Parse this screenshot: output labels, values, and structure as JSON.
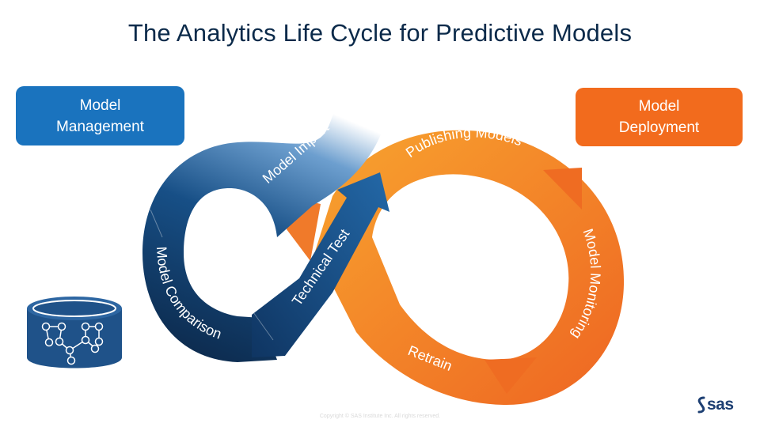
{
  "title": "The Analytics Life Cycle for Predictive Models",
  "boxes": {
    "management": {
      "line1": "Model",
      "line2": "Management",
      "color": "#1a73be"
    },
    "deployment": {
      "line1": "Model",
      "line2": "Deployment",
      "color": "#f26b1d"
    }
  },
  "stages": {
    "model_import": "Model Import",
    "model_comparison": "Model Comparison",
    "technical_test": "Technical Test",
    "publishing_models": "Publishing Models",
    "model_monitoring": "Model Monitoring",
    "retrain": "Retrain"
  },
  "colors": {
    "blue_dark": "#0d2a4d",
    "blue_mid": "#1b5a91",
    "orange_light": "#f79a2e",
    "orange_dark": "#ef6a1f",
    "database": "#1f5289"
  },
  "icons": {
    "database": "database-network-icon",
    "logo": "sas-logo"
  },
  "logo": {
    "text": "sas"
  },
  "copyright": "Copyright © SAS Institute Inc. All rights reserved."
}
